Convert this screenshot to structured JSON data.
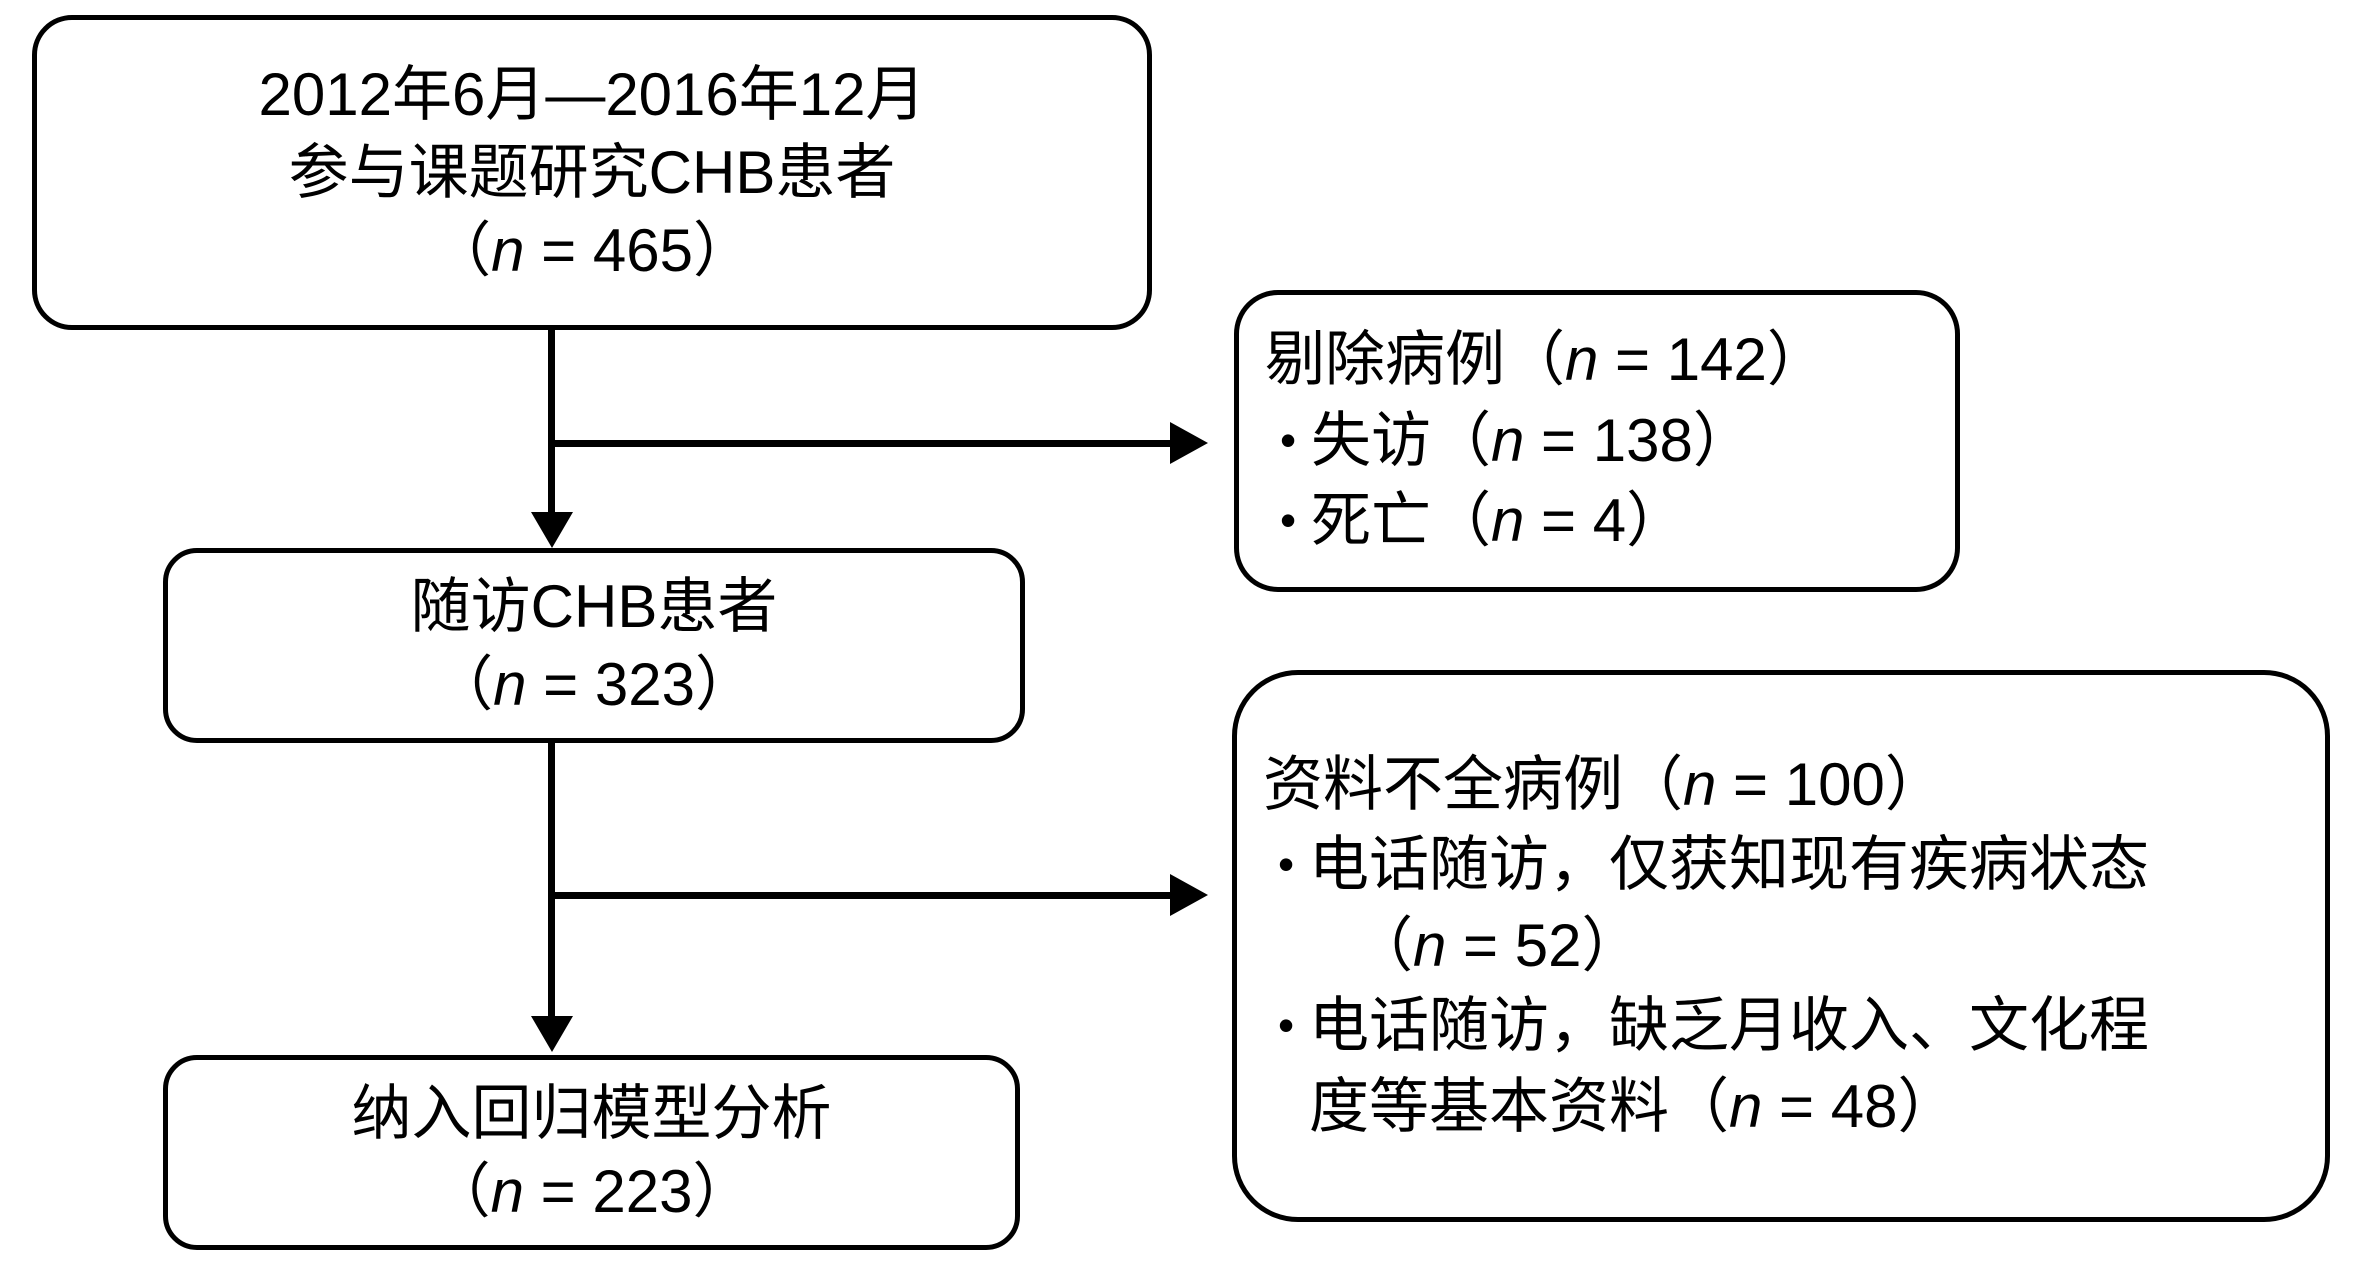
{
  "diagram": {
    "title": "CHB patient study enrollment flow",
    "stroke_color": "#000000",
    "background_color": "#ffffff"
  },
  "nodes": {
    "enrolled": {
      "line1": "2012年6月—2016年12月",
      "line2": "参与课题研究CHB患者",
      "count_open": "（",
      "count_var": "n",
      "count_eq": " = ",
      "count_value": "465",
      "count_close": "）"
    },
    "followup": {
      "line1": "随访CHB患者",
      "count_open": "（",
      "count_var": "n",
      "count_eq": " = ",
      "count_value": "323",
      "count_close": "）"
    },
    "analysis": {
      "line1": "纳入回归模型分析",
      "count_open": "（",
      "count_var": "n",
      "count_eq": " = ",
      "count_value": "223",
      "count_close": "）"
    },
    "excluded": {
      "header_label": "剔除病例",
      "header_open": "（",
      "header_var": "n",
      "header_eq": " = ",
      "header_value": "142",
      "header_close": "）",
      "bullet_mark": "•",
      "items": [
        {
          "label": "失访",
          "open": "（",
          "var": "n",
          "eq": " = ",
          "value": "138",
          "close": "）"
        },
        {
          "label": "死亡",
          "open": "（",
          "var": "n",
          "eq": " = ",
          "value": "4",
          "close": "）"
        }
      ]
    },
    "incomplete": {
      "header_label": "资料不全病例",
      "header_open": "（",
      "header_var": "n",
      "header_eq": " = ",
      "header_value": "100",
      "header_close": "）",
      "bullet_mark": "•",
      "items": [
        {
          "line1": "电话随访，仅获知现有疾病状态",
          "open": "（",
          "var": "n",
          "eq": " = ",
          "value": "52",
          "close": "）",
          "line2_prefix": ""
        },
        {
          "line1": "电话随访，缺乏月收入、文化程",
          "line2_prefix": "度等基本资料",
          "open": "（",
          "var": "n",
          "eq": " = ",
          "value": "48",
          "close": "）"
        }
      ]
    }
  },
  "connectors": {
    "enrolled_to_followup": "arrow-down",
    "enrolled_to_excluded": "arrow-right",
    "followup_to_analysis": "arrow-down",
    "followup_to_incomplete": "arrow-right"
  }
}
